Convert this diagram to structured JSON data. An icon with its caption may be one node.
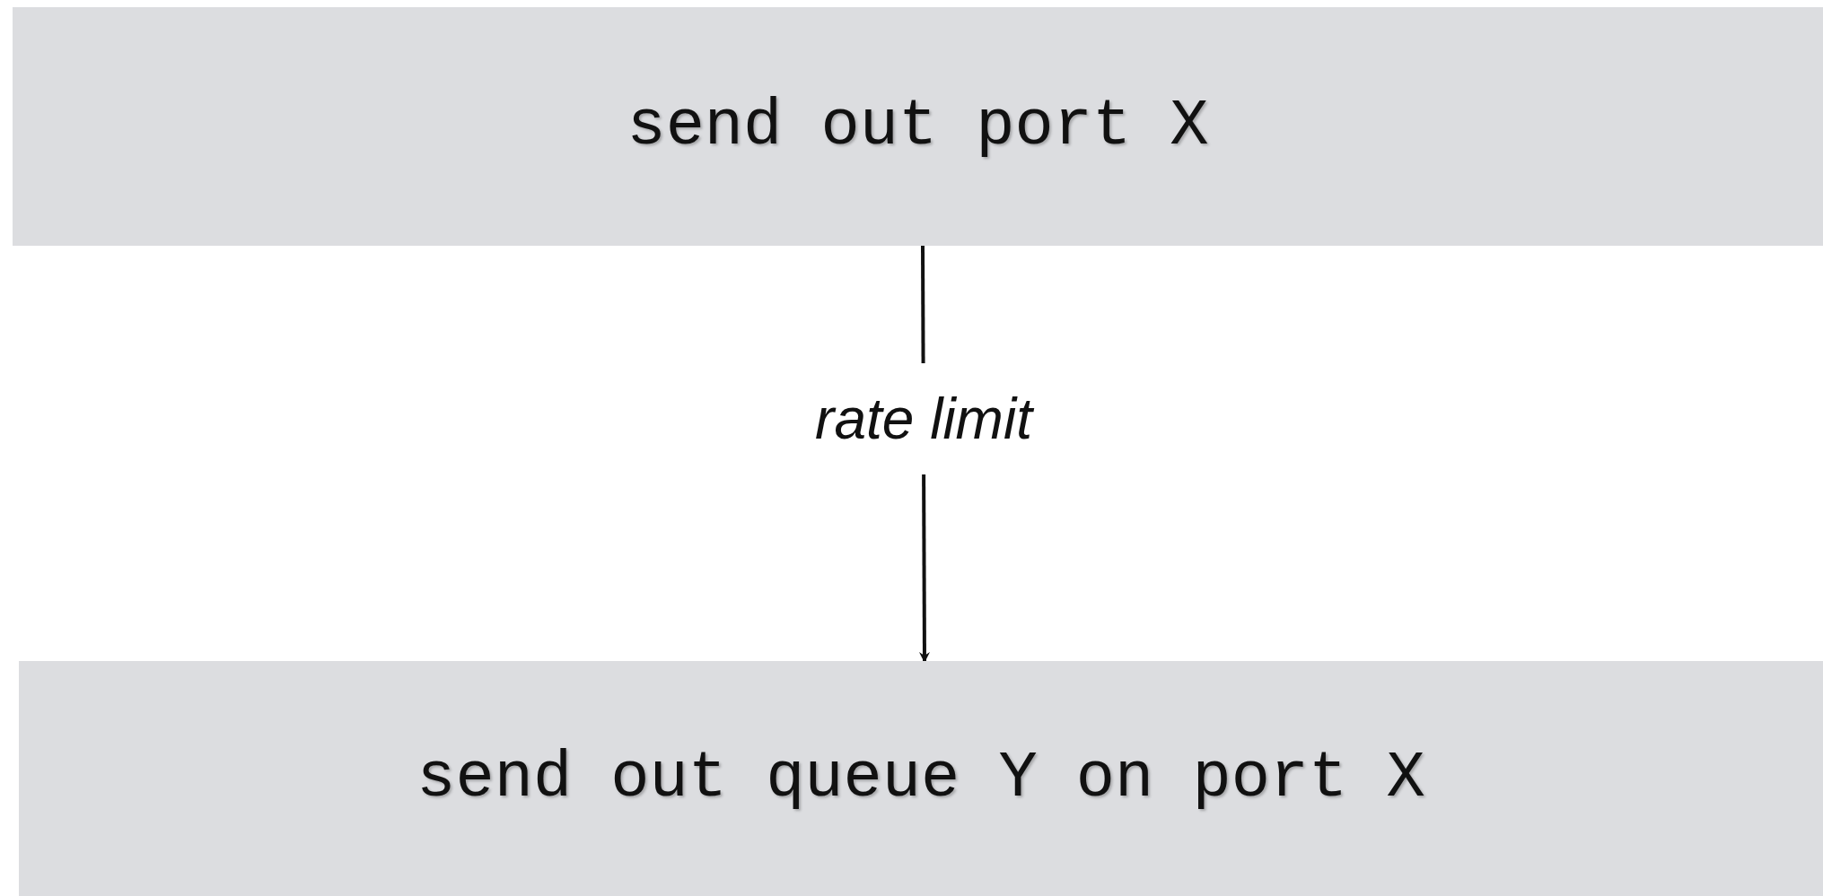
{
  "diagram": {
    "nodes": [
      {
        "text": [
          "send out port X"
        ]
      },
      {
        "text": [
          "send out queue Y on port X"
        ]
      }
    ],
    "edges": [
      {
        "from": 0,
        "to": 1,
        "arrow": "to",
        "label": "rate limit"
      }
    ]
  }
}
